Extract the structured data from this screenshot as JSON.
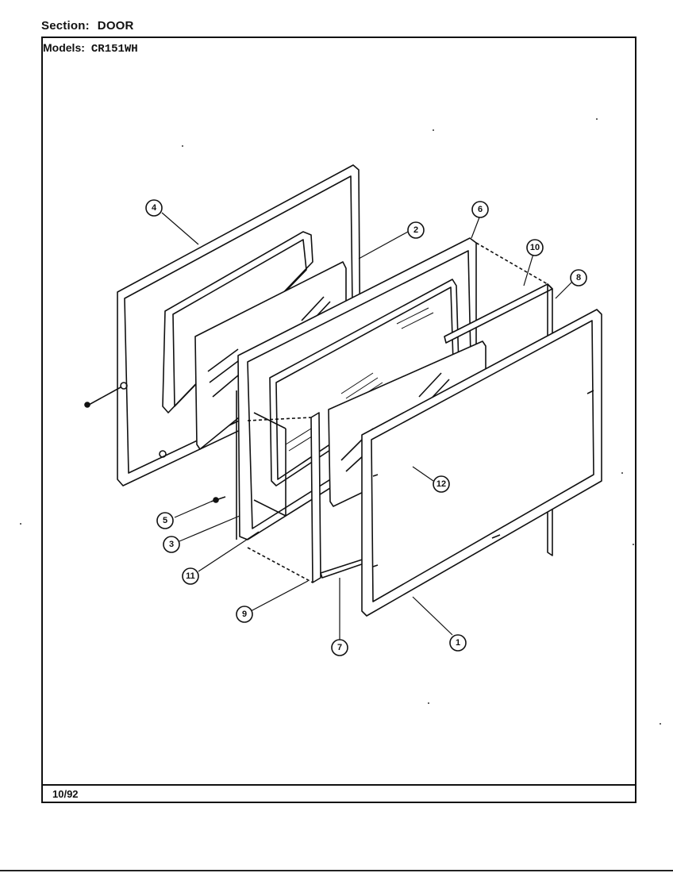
{
  "header": {
    "section_label": "Section:",
    "section_value": "DOOR",
    "models_label": "Models:",
    "models_value": "CR151WH"
  },
  "footer": {
    "date": "10/92"
  },
  "callouts": [
    "4",
    "2",
    "6",
    "10",
    "8",
    "5",
    "3",
    "11",
    "9",
    "7",
    "1",
    "12"
  ]
}
